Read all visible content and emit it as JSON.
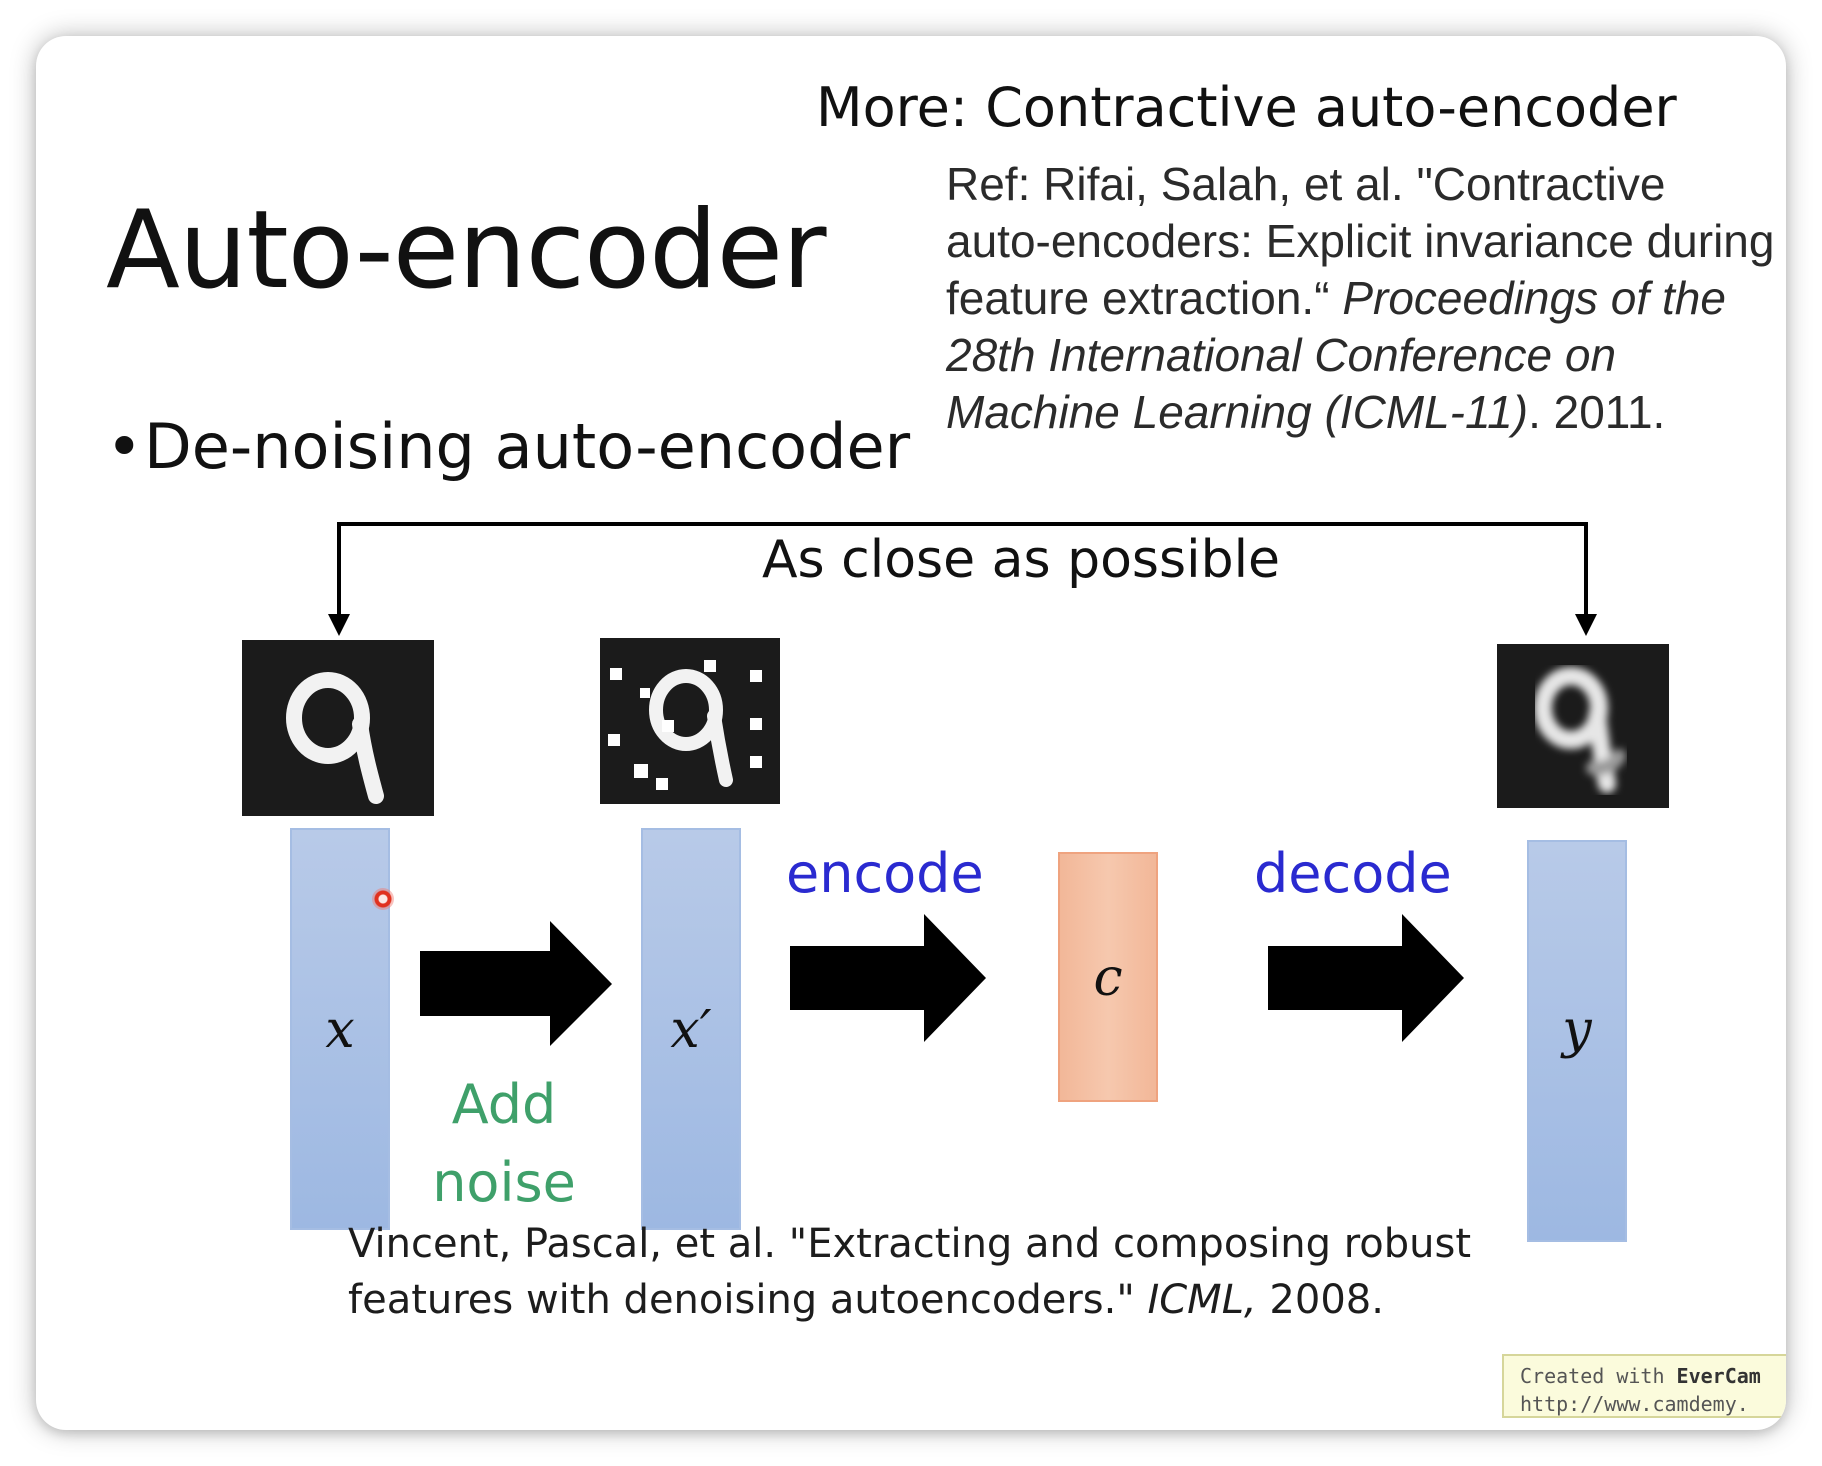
{
  "slide": {
    "title": "Auto-encoder",
    "more_title": "More: Contractive auto-encoder",
    "reference": {
      "plain_1": "Ref: Rifai, Salah, et al. \"Contractive auto-encoders: Explicit invariance during feature extraction.“ ",
      "italic": "Proceedings of the 28th International Conference on Machine Learning (ICML-11)",
      "plain_2": ". 2011."
    },
    "bullet": "De-noising auto-encoder"
  },
  "diagram": {
    "loop_label": "As close as possible",
    "vectors": {
      "x": "x",
      "x_prime": "x′",
      "c": "c",
      "y": "y"
    },
    "operations": {
      "add_noise_line1": "Add",
      "add_noise_line2": "noise",
      "encode": "encode",
      "decode": "decode"
    },
    "colors": {
      "vector_bar": "#9db8e2",
      "code_box": "#f4bea0",
      "encode_decode_text": "#2a2ad0",
      "noise_text": "#3fa06a",
      "arrow": "#000000"
    }
  },
  "citation": {
    "text": "Vincent, Pascal, et al. \"Extracting and composing robust features with denoising autoencoders.\" ",
    "venue": "ICML,",
    "year": " 2008."
  },
  "watermark": {
    "line1_prefix": "Created with ",
    "line1_brand": "EverCam",
    "line2": "http://www.camdemy."
  }
}
